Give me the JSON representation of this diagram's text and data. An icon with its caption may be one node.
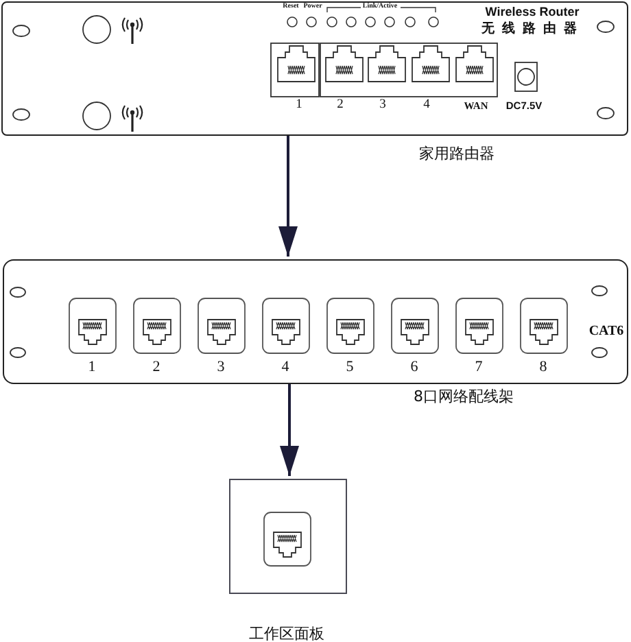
{
  "diagram": {
    "nodes": [
      {
        "text": [
          "Wireless Router",
          "无线路由器"
        ],
        "beside": [
          "家用路由器"
        ]
      },
      {
        "text": [
          "CAT6"
        ],
        "beside": [
          "8口网络配线架"
        ]
      },
      {
        "text": [],
        "shape": "box",
        "beside": [
          "工作区面板"
        ]
      }
    ],
    "edges": [
      {
        "from": 0,
        "to": 1,
        "arrow": "to"
      },
      {
        "from": 1,
        "to": 2,
        "arrow": "to"
      }
    ],
    "labels": [
      "Reset",
      "Power",
      "Link/Active",
      "1",
      "2",
      "3",
      "4",
      "WAN",
      "DC7.5V",
      "1",
      "2",
      "3",
      "4",
      "5",
      "6",
      "7",
      "8"
    ]
  }
}
